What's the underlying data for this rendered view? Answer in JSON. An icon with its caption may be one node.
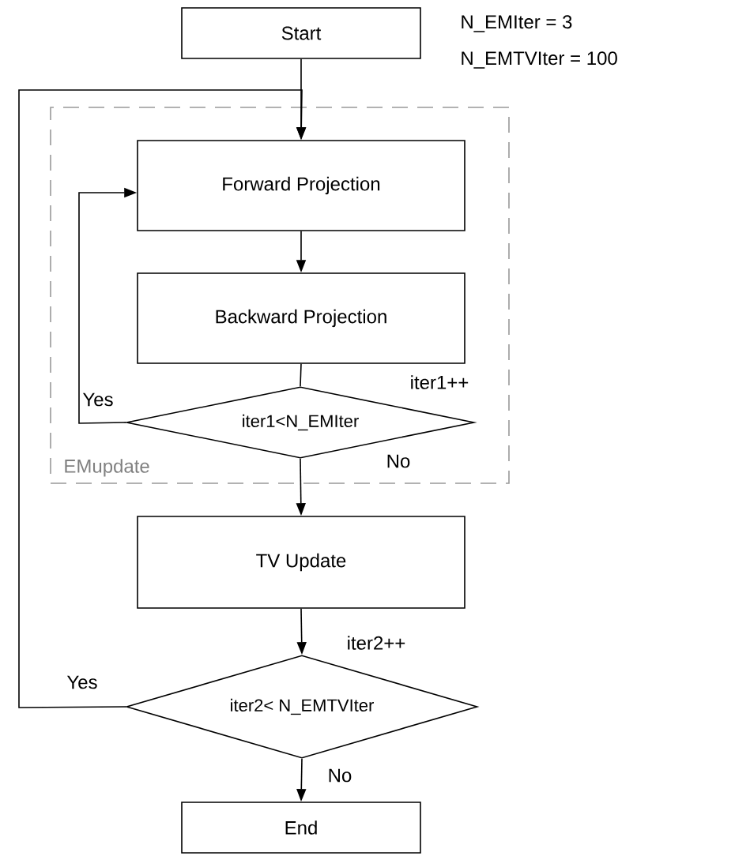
{
  "diagram": {
    "nodes": [
      {
        "text": [
          "Start"
        ]
      },
      {
        "text": [
          "EMupdate"
        ]
      },
      {
        "text": [
          "Forward Projection"
        ],
        "in": 1
      },
      {
        "text": [
          "Backward Projection"
        ],
        "in": 1
      },
      {
        "text": [
          "iter1<N_EMIter"
        ],
        "in": 1
      },
      {
        "text": [
          "TV Update"
        ]
      },
      {
        "text": [
          "iter2< N_EMTVIter"
        ]
      },
      {
        "text": [
          "End"
        ]
      }
    ],
    "edges": [
      {
        "from": 0,
        "to": 2,
        "arrow": "to"
      },
      {
        "from": 2,
        "to": 3,
        "arrow": "to"
      },
      {
        "from": 3,
        "to": 4,
        "arrow": "none"
      },
      {
        "from": 4,
        "to": 2,
        "arrow": "to",
        "label": "Yes"
      },
      {
        "from": 4,
        "to": 5,
        "arrow": "to",
        "label": "No"
      },
      {
        "from": 5,
        "to": 6,
        "arrow": "to"
      },
      {
        "from": 6,
        "to": 7,
        "arrow": "to",
        "label": "No"
      },
      {
        "from": 6,
        "to": 2,
        "arrow": "to",
        "label": "Yes"
      }
    ],
    "labels": [
      "N_EMIter = 3",
      "N_EMTVIter = 100",
      "iter1++",
      "iter2++"
    ]
  }
}
